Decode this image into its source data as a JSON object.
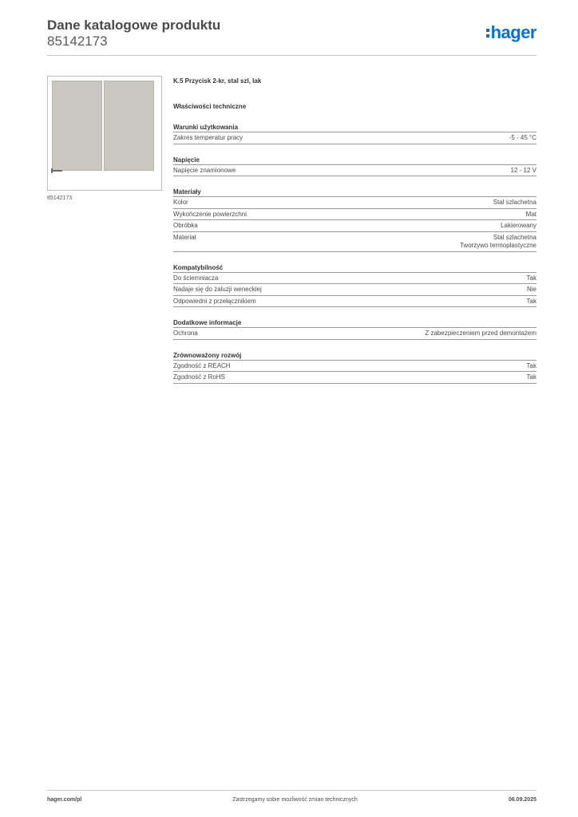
{
  "header": {
    "title": "Dane katalogowe produktu",
    "code": "85142173",
    "logo": "hager",
    "logo_color": "#0a6fcf"
  },
  "image": {
    "caption": "85142173"
  },
  "product": {
    "name": "K.5 Przycisk 2-kr, stal szl, lak"
  },
  "section_heading": "Właściwości techniczne",
  "groups": [
    {
      "title": "Warunki użytkowania",
      "rows": [
        {
          "label": "Zakres temperatur pracy",
          "value": [
            "-5 - 45 °C"
          ]
        }
      ]
    },
    {
      "title": "Napięcie",
      "rows": [
        {
          "label": "Napięcie znamionowe",
          "value": [
            "12 - 12 V"
          ]
        }
      ]
    },
    {
      "title": "Materiały",
      "rows": [
        {
          "label": "Kolor",
          "value": [
            "Stal szlachetna"
          ]
        },
        {
          "label": "Wykończenie powierzchni",
          "value": [
            "Mat"
          ]
        },
        {
          "label": "Obróbka",
          "value": [
            "Lakierowany"
          ]
        },
        {
          "label": "Materiał",
          "value": [
            "Stal szlachetna",
            "Tworzywo termoplastyczne"
          ]
        }
      ]
    },
    {
      "title": "Kompatybilność",
      "rows": [
        {
          "label": "Do ściemniacza",
          "value": [
            "Tak"
          ]
        },
        {
          "label": "Nadaje się do żaluzji weneckiej",
          "value": [
            "Nie"
          ]
        },
        {
          "label": "Odpowiedni z przełącznikiem",
          "value": [
            "Tak"
          ]
        }
      ]
    },
    {
      "title": "Dodatkowe informacje",
      "rows": [
        {
          "label": "Ochrona",
          "value": [
            "Z zabezpieczeniem przed demontażem"
          ]
        }
      ]
    },
    {
      "title": "Zrównoważony rozwój",
      "rows": [
        {
          "label": "Zgodność z REACH",
          "value": [
            "Tak"
          ]
        },
        {
          "label": "Zgodność z RoHS",
          "value": [
            "Tak"
          ]
        }
      ]
    }
  ],
  "footer": {
    "site": "hager.com/pl",
    "note": "Zastrzegamy sobie możliwość zmian technicznych",
    "date": "06.09.2025"
  }
}
